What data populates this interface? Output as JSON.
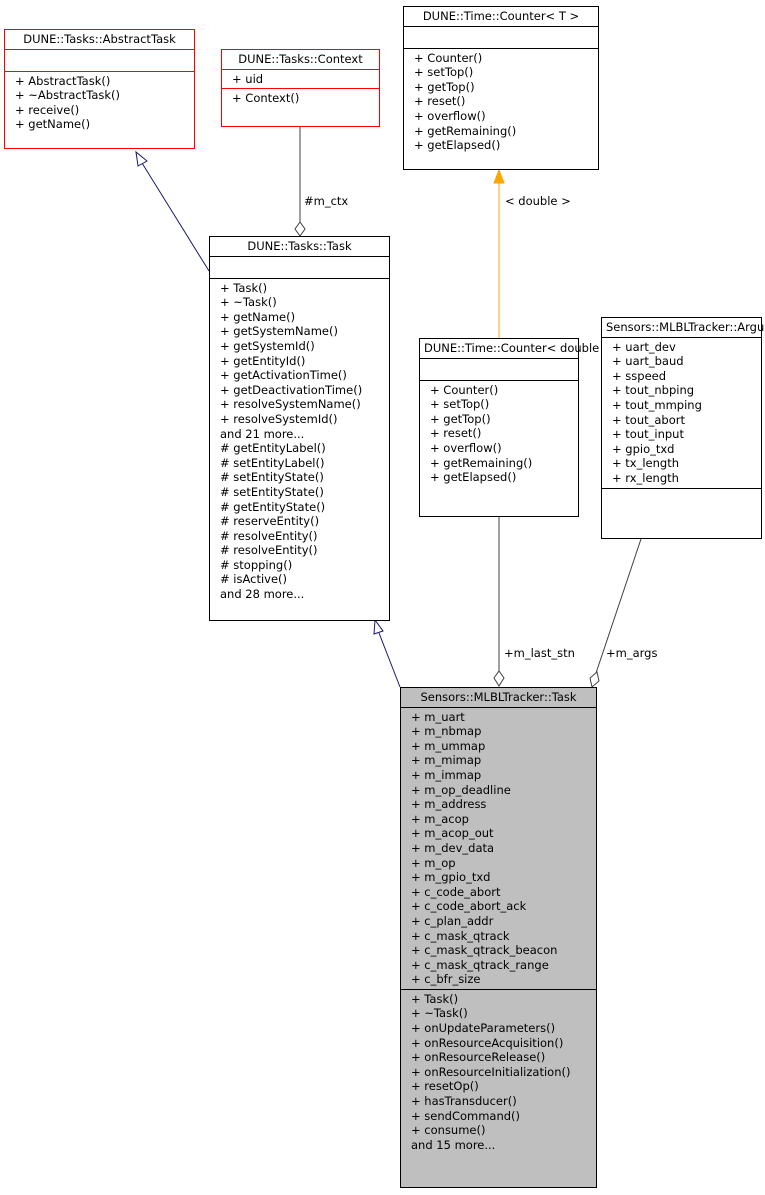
{
  "classes": {
    "abstract_task": {
      "title": [
        "DUNE::Tasks::AbstractTask"
      ],
      "attributes": [],
      "methods": [
        "+ AbstractTask()",
        "+ ~AbstractTask()",
        "+ receive()",
        "+ getName()"
      ]
    },
    "context": {
      "title": [
        "DUNE::Tasks::Context"
      ],
      "attributes": [
        "+ uid"
      ],
      "methods": [
        "+ Context()"
      ]
    },
    "counter_t": {
      "title": [
        "DUNE::Time::Counter< T >"
      ],
      "attributes": [],
      "methods": [
        "+ Counter()",
        "+ setTop()",
        "+ getTop()",
        "+ reset()",
        "+ overflow()",
        "+ getRemaining()",
        "+ getElapsed()"
      ]
    },
    "dune_task": {
      "title": [
        "DUNE::Tasks::Task"
      ],
      "attributes": [],
      "methods": [
        "+ Task()",
        "+ ~Task()",
        "+ getName()",
        "+ getSystemName()",
        "+ getSystemId()",
        "+ getEntityId()",
        "+ getActivationTime()",
        "+ getDeactivationTime()",
        "+ resolveSystemName()",
        "+ resolveSystemId()",
        "and 21 more...",
        "# getEntityLabel()",
        "# setEntityLabel()",
        "# setEntityState()",
        "# setEntityState()",
        "# getEntityState()",
        "# reserveEntity()",
        "# resolveEntity()",
        "# resolveEntity()",
        "# stopping()",
        "# isActive()",
        "and 28 more..."
      ]
    },
    "counter_double": {
      "title": [
        "DUNE::Time::Counter",
        "< double >"
      ],
      "attributes": [],
      "methods": [
        "+ Counter()",
        "+ setTop()",
        "+ getTop()",
        "+ reset()",
        "+ overflow()",
        "+ getRemaining()",
        "+ getElapsed()"
      ]
    },
    "arguments": {
      "title": [
        "Sensors::MLBLTracker",
        "::Arguments"
      ],
      "attributes": [
        "+ uart_dev",
        "+ uart_baud",
        "+ sspeed",
        "+ tout_nbping",
        "+ tout_mmping",
        "+ tout_abort",
        "+ tout_input",
        "+ gpio_txd",
        "+ tx_length",
        "+ rx_length"
      ],
      "methods": []
    },
    "mlbl_task": {
      "title": [
        "Sensors::MLBLTracker",
        "::Task"
      ],
      "attributes": [
        "+ m_uart",
        "+ m_nbmap",
        "+ m_ummap",
        "+ m_mimap",
        "+ m_immap",
        "+ m_op_deadline",
        "+ m_address",
        "+ m_acop",
        "+ m_acop_out",
        "+ m_dev_data",
        "+ m_op",
        "+ m_gpio_txd",
        "+ c_code_abort",
        "+ c_code_abort_ack",
        "+ c_plan_addr",
        "+ c_mask_qtrack",
        "+ c_mask_qtrack_beacon",
        "+ c_mask_qtrack_range",
        "+ c_bfr_size"
      ],
      "methods": [
        "+ Task()",
        "+ ~Task()",
        "+ onUpdateParameters()",
        "+ onResourceAcquisition()",
        "+ onResourceRelease()",
        "+ onResourceInitialization()",
        "+ resetOp()",
        "+ hasTransducer()",
        "+ sendCommand()",
        "+ consume()",
        "and 15 more..."
      ]
    }
  },
  "edges": {
    "m_ctx": "#m_ctx",
    "double_binding": "< double >",
    "m_last_stn": "+m_last_stn",
    "m_args": "+m_args"
  },
  "colors": {
    "inheritance": "#191970",
    "template": "#ffa500",
    "usage": "#404040",
    "undocumented_border": "#ff0000",
    "focus_fill": "#bfbfbf"
  }
}
